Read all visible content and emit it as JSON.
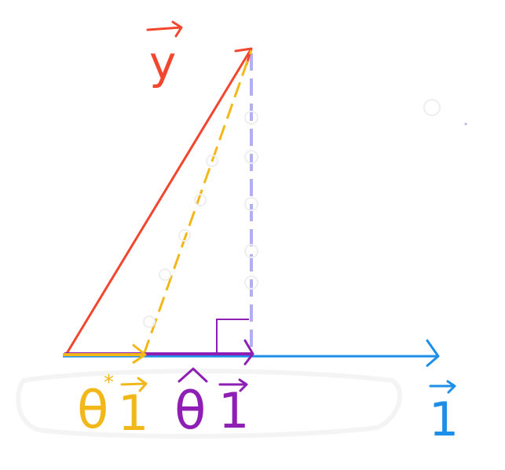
{
  "diagram": {
    "description_labels": {
      "y_vector": "y",
      "theta_star_one": "θ*1",
      "theta_hat_one": "θ̂1",
      "one_vector": "1"
    },
    "label_parts": {
      "y": "y",
      "theta_star_theta": "θ",
      "theta_star_star": "*",
      "theta_star_one": "1",
      "theta_hat_theta": "θ",
      "theta_hat_hat": "^",
      "theta_hat_one": "1",
      "one": "1"
    },
    "colors": {
      "y_vector": "#f2462e",
      "theta_star": "#f2b81a",
      "theta_hat": "#8e1eb4",
      "one_vector": "#1e8fe8",
      "projection": "#b3b0f2",
      "right_angle": "#8e1eb4",
      "background": "#ffffff"
    }
  }
}
